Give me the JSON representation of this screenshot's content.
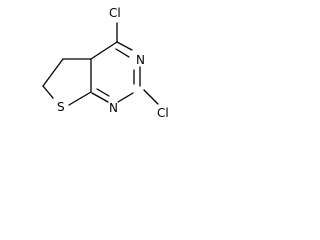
{
  "molecule": {
    "atoms": {
      "cl_top": "Cl",
      "cl_right": "Cl",
      "n_upper": "N",
      "n_lower": "N",
      "s": "S"
    }
  }
}
